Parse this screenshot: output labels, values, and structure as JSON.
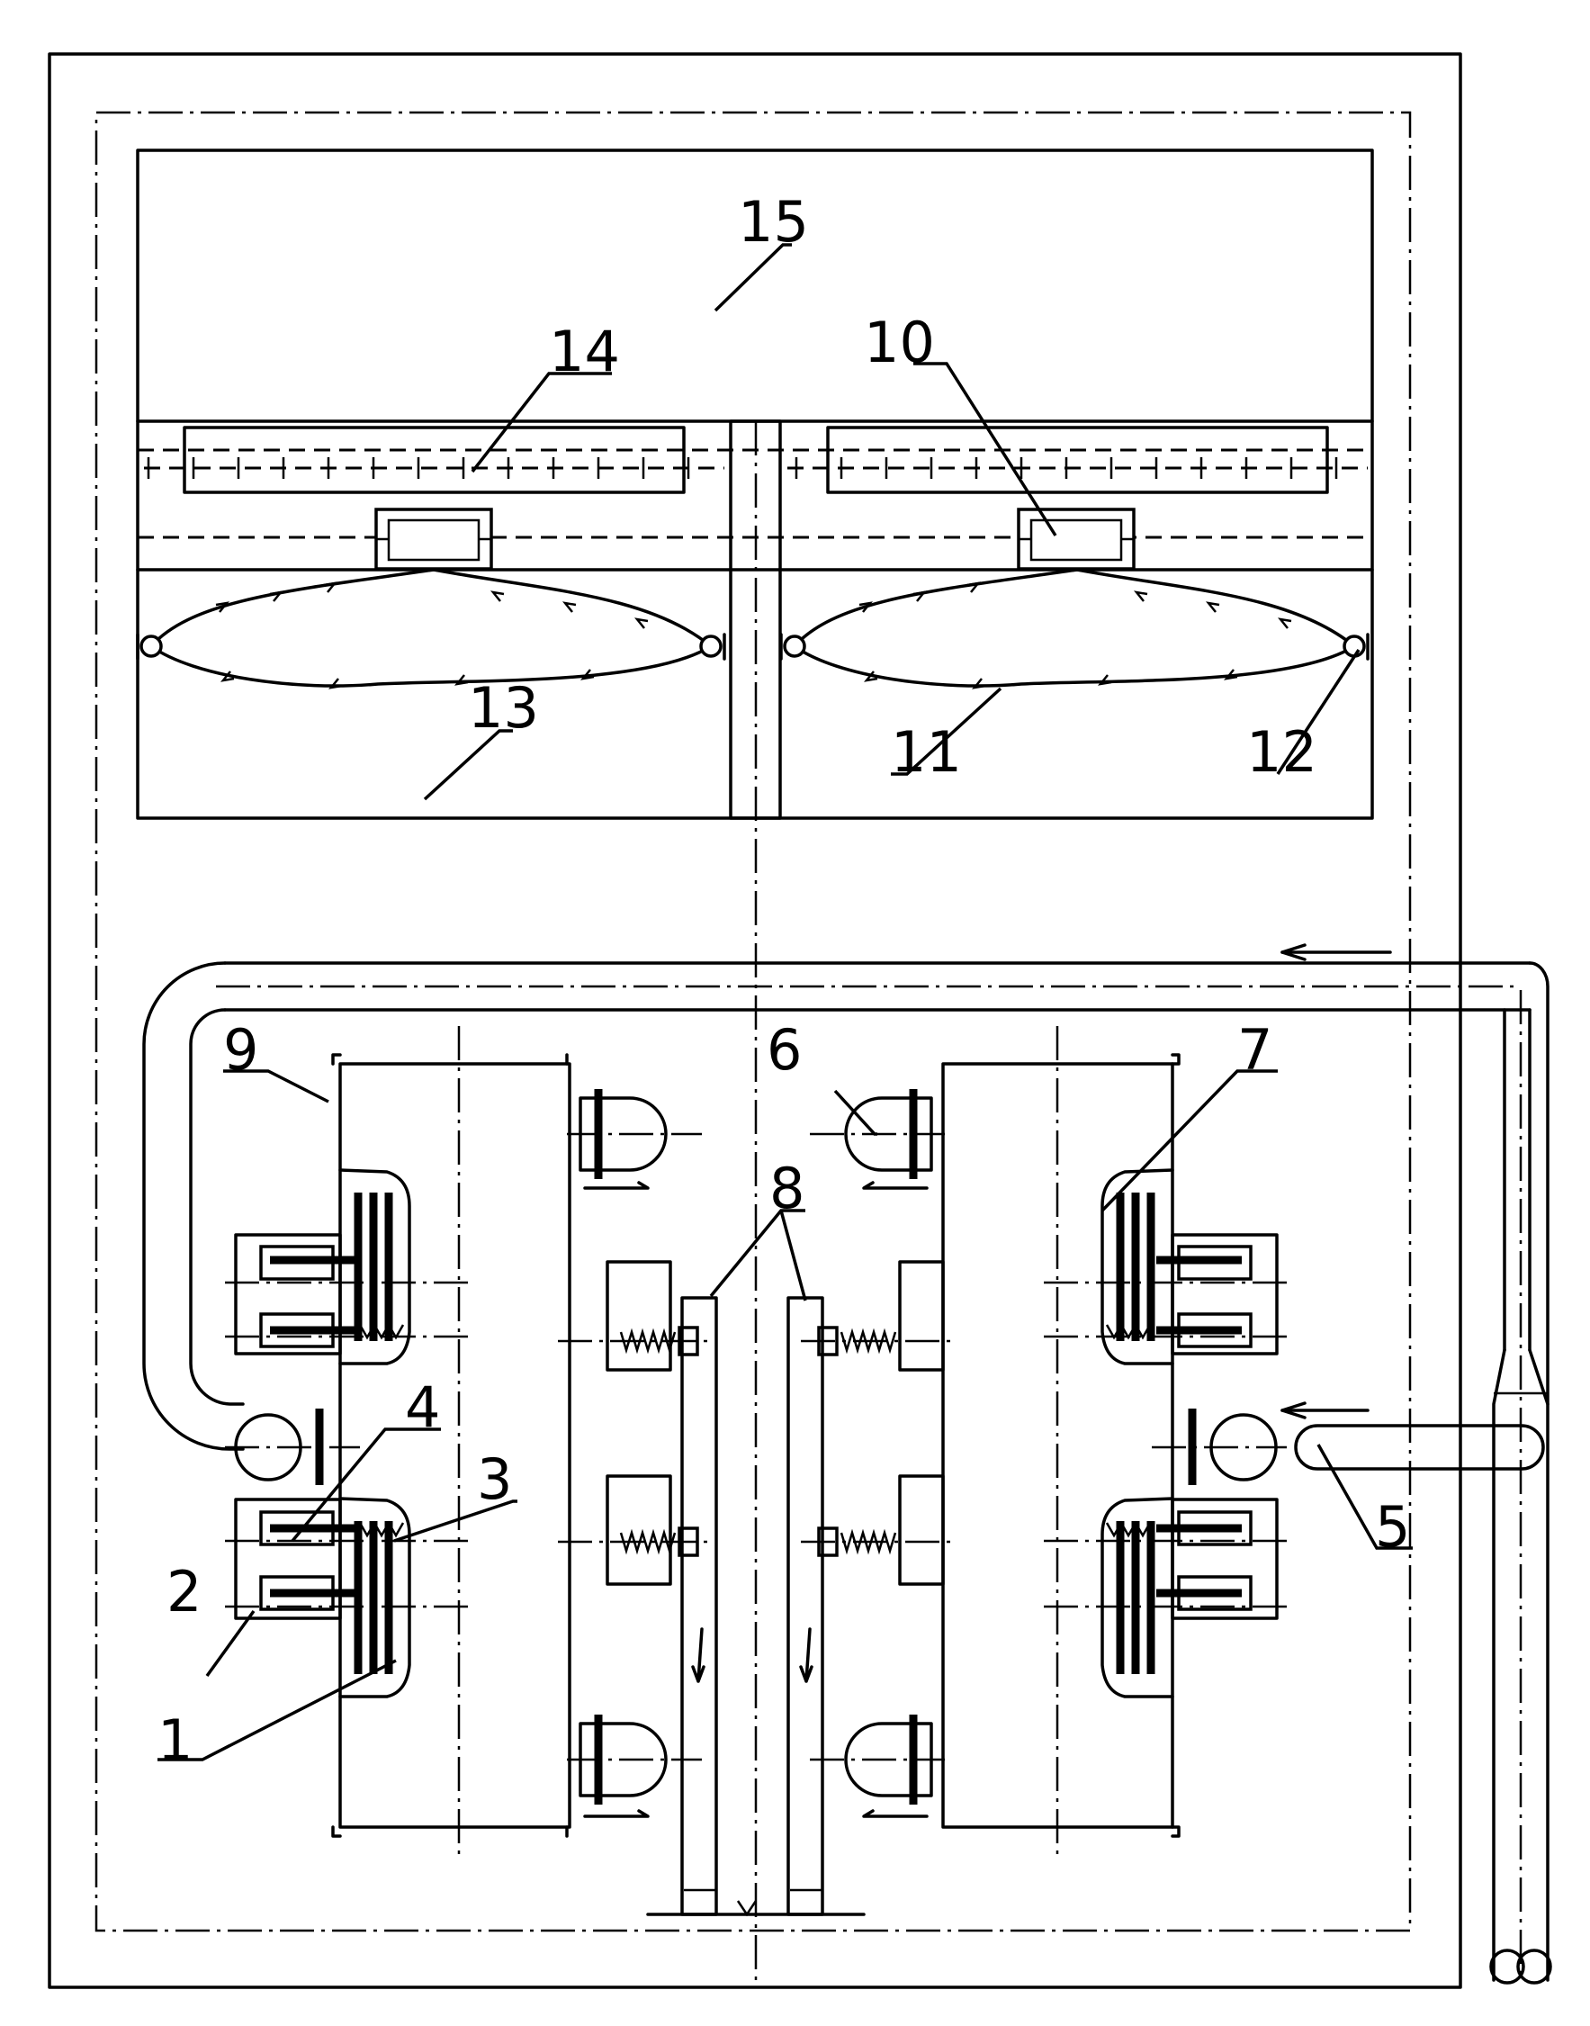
{
  "labels": {
    "n1": "1",
    "n2": "2",
    "n3": "3",
    "n4": "4",
    "n5": "5",
    "n6": "6",
    "n7": "7",
    "n8": "8",
    "n9": "9",
    "n10": "10",
    "n11": "11",
    "n12": "12",
    "n13": "13",
    "n14": "14",
    "n15": "15"
  }
}
